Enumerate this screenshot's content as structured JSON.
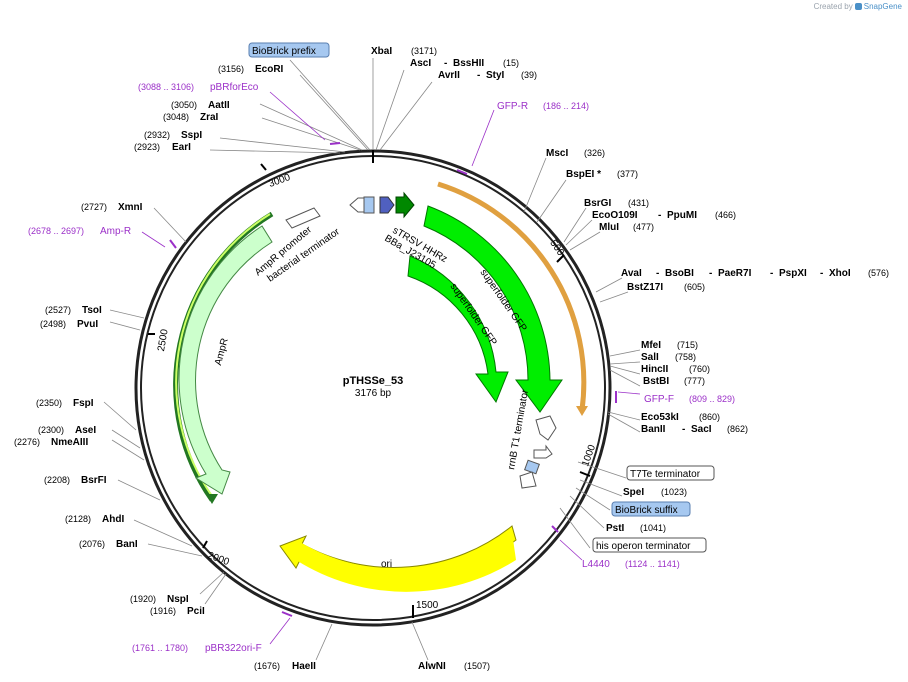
{
  "credit": {
    "prefix": "Created by",
    "brand": "SnapGene"
  },
  "plasmid": {
    "name": "pTHSSe_53",
    "size_label": "3176 bp",
    "length": 3176
  },
  "site_labels": [
    {
      "name": "XbaI",
      "pos": "(3171)"
    },
    {
      "name": "AscI",
      "pos": "(15)",
      "extra": "BssHII"
    },
    {
      "name": "AvrII",
      "pos": "(39)",
      "extra": "StyI"
    },
    {
      "name": "MscI",
      "pos": "(326)"
    },
    {
      "name": "BspEI *",
      "pos": "(377)"
    },
    {
      "name": "BsrGI",
      "pos": "(431)"
    },
    {
      "name": "EcoO109I",
      "pos": "(466)",
      "extra": "PpuMI"
    },
    {
      "name": "MluI",
      "pos": "(477)"
    },
    {
      "name": "AvaI",
      "pos": "(576)",
      "extra": "BsoBI",
      "extra2": "PaeR7I",
      "extra3": "PspXI",
      "extra4": "XhoI"
    },
    {
      "name": "BstZ17I",
      "pos": "(605)"
    },
    {
      "name": "MfeI",
      "pos": "(715)"
    },
    {
      "name": "SalI",
      "pos": "(758)"
    },
    {
      "name": "HincII",
      "pos": "(760)"
    },
    {
      "name": "BstBI",
      "pos": "(777)"
    },
    {
      "name": "Eco53kI",
      "pos": "(860)"
    },
    {
      "name": "BanII",
      "pos": "(862)",
      "extra": "SacI"
    },
    {
      "name": "SpeI",
      "pos": "(1023)"
    },
    {
      "name": "PstI",
      "pos": "(1041)"
    },
    {
      "name": "AlwNI",
      "pos": "(1507)"
    },
    {
      "name": "HaeII",
      "pos": "(1676)"
    },
    {
      "name": "PciI",
      "pos": "(1916)"
    },
    {
      "name": "NspI",
      "pos": "(1920)"
    },
    {
      "name": "BanI",
      "pos": "(2076)"
    },
    {
      "name": "AhdI",
      "pos": "(2128)"
    },
    {
      "name": "BsrFI",
      "pos": "(2208)"
    },
    {
      "name": "NmeAIII",
      "pos": "(2276)"
    },
    {
      "name": "AseI",
      "pos": "(2300)"
    },
    {
      "name": "FspI",
      "pos": "(2350)"
    },
    {
      "name": "PvuI",
      "pos": "(2498)"
    },
    {
      "name": "TsoI",
      "pos": "(2527)"
    },
    {
      "name": "XmnI",
      "pos": "(2727)"
    },
    {
      "name": "EarI",
      "pos": "(2923)"
    },
    {
      "name": "SspI",
      "pos": "(2932)"
    },
    {
      "name": "ZraI",
      "pos": "(3048)"
    },
    {
      "name": "AatII",
      "pos": "(3050)"
    },
    {
      "name": "EcoRI",
      "pos": "(3156)"
    }
  ],
  "primers": [
    {
      "name": "GFP-R",
      "range": "(186 .. 214)"
    },
    {
      "name": "GFP-F",
      "range": "(809 .. 829)"
    },
    {
      "name": "L4440",
      "range": "(1124 .. 1141)"
    },
    {
      "name": "pBR322ori-F",
      "range": "(1761 .. 1780)"
    },
    {
      "name": "Amp-R",
      "range": "(2678 .. 2697)"
    },
    {
      "name": "pBRforEco",
      "range": "(3088 .. 3106)"
    }
  ],
  "boxed_features": [
    {
      "name": "BioBrick prefix",
      "style": "blue"
    },
    {
      "name": "T7Te terminator",
      "style": "white"
    },
    {
      "name": "BioBrick suffix",
      "style": "blue"
    },
    {
      "name": "his operon terminator",
      "style": "white"
    }
  ],
  "features": [
    {
      "name": "superfolder GFP",
      "color": "#00ee00"
    },
    {
      "name": "superfolder GFP",
      "color": "#00ee00"
    },
    {
      "name": "sTRSV HHRz"
    },
    {
      "name": "BBa_J23105"
    },
    {
      "name": "rrnB T1 terminator"
    },
    {
      "name": "AmpR promoter"
    },
    {
      "name": "bacterial terminator"
    },
    {
      "name": "AmpR",
      "color": "#ccffcc"
    },
    {
      "name": "ori",
      "color": "#ffff00"
    }
  ],
  "ticks": [
    "500",
    "1000",
    "1500",
    "2000",
    "2500",
    "3000"
  ],
  "colors": {
    "primer": "#9b30c8",
    "orf": "#00ee00",
    "ori": "#ffff00",
    "ampr": "#ccffcc",
    "biobrick": "#a6c8f0"
  }
}
